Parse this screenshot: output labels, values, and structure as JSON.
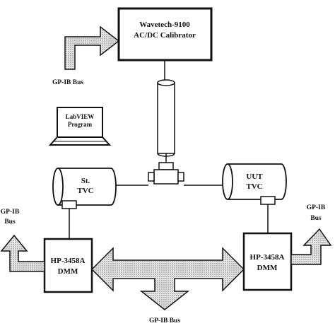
{
  "calibrator": {
    "line1": "Wavetech-9100",
    "line2": "AC/DC Calibrator"
  },
  "laptop": {
    "line1": "LabVIEW",
    "line2": "Program"
  },
  "std_tvc": {
    "line1": "St.",
    "line2": "TVC"
  },
  "uut_tvc": {
    "line1": "UUT",
    "line2": "TVC"
  },
  "dmm_left": {
    "line1": "HP-3458A",
    "line2": "DMM"
  },
  "dmm_right": {
    "line1": "HP-3458A",
    "line2": "DMM"
  },
  "bus_labels": {
    "top": "GP-IB Bus",
    "left_line1": "GP-IB",
    "left_line2": "Bus",
    "right_line1": "GP-IB",
    "right_line2": "Bus",
    "bottom": "GP-IB Bus"
  },
  "colors": {
    "stroke": "#111111",
    "arrow_fill": "#c8c8c8"
  }
}
